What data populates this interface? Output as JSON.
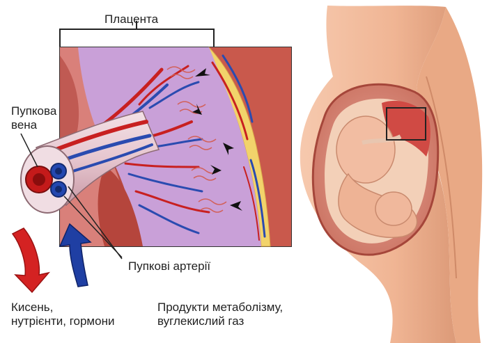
{
  "labels": {
    "placenta": "Плацента",
    "umbilical_vein_line1": "Пупкова",
    "umbilical_vein_line2": "вена",
    "umbilical_arteries": "Пупкові артерії",
    "to_fetus_line1": "Кисень,",
    "to_fetus_line2": "нутрієнти, гормони",
    "from_fetus_line1": "Продукти метаболізму,",
    "from_fetus_line2": "вуглекислий газ"
  },
  "icons": {
    "down_arrow": "red-down-arrow-icon",
    "up_arrow": "blue-up-arrow-icon"
  },
  "colors": {
    "oxygenated_flow": "#d42222",
    "deoxygenated_flow": "#1f3fa3",
    "placenta_tissue": "#c9a0d8",
    "uterine_wall": "#c2544a",
    "skin": "#f0b99a"
  }
}
